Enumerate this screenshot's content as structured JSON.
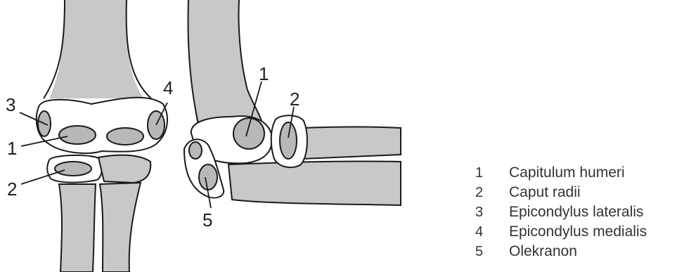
{
  "callouts": {
    "left_view": [
      "3",
      "1",
      "2",
      "4"
    ],
    "right_view": [
      "1",
      "2",
      "5"
    ]
  },
  "legend": [
    {
      "num": "1",
      "label": "Capitulum humeri"
    },
    {
      "num": "2",
      "label": "Caput radii"
    },
    {
      "num": "3",
      "label": "Epicondylus lateralis"
    },
    {
      "num": "4",
      "label": "Epicondylus medialis"
    },
    {
      "num": "5",
      "label": "Olekranon"
    }
  ]
}
